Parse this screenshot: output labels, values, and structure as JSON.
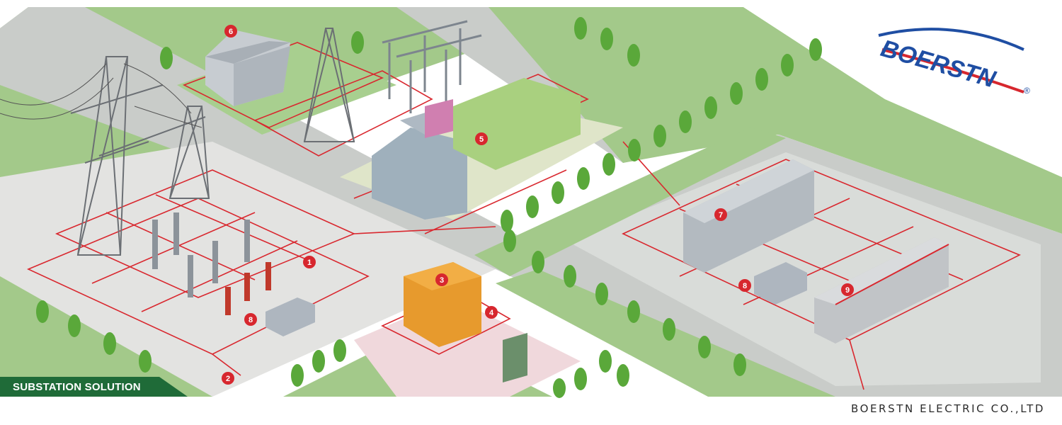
{
  "brand": {
    "logo_text": "BOERSTN",
    "registered_mark": "®",
    "colors": {
      "blue": "#1f4ea3",
      "red": "#d7272e",
      "accent_green": "#1f6b38"
    }
  },
  "banner": {
    "title": "SUBSTATION SOLUTION"
  },
  "company": {
    "name": "BOERSTN ELECTRIC CO.,LTD"
  },
  "markers": [
    {
      "id": "marker-1",
      "label": "1"
    },
    {
      "id": "marker-2",
      "label": "2"
    },
    {
      "id": "marker-3",
      "label": "3"
    },
    {
      "id": "marker-4",
      "label": "4"
    },
    {
      "id": "marker-5",
      "label": "5"
    },
    {
      "id": "marker-6",
      "label": "6"
    },
    {
      "id": "marker-7",
      "label": "7"
    },
    {
      "id": "marker-8a",
      "label": "8"
    },
    {
      "id": "marker-8b",
      "label": "8"
    },
    {
      "id": "marker-9",
      "label": "9"
    }
  ],
  "palette": {
    "grass": "#a3c98a",
    "grass_dark": "#8fbd76",
    "road": "#c9ccc9",
    "pavement": "#e3e3e1",
    "cable_red": "#d9282f",
    "tree_green": "#5aa83a"
  }
}
